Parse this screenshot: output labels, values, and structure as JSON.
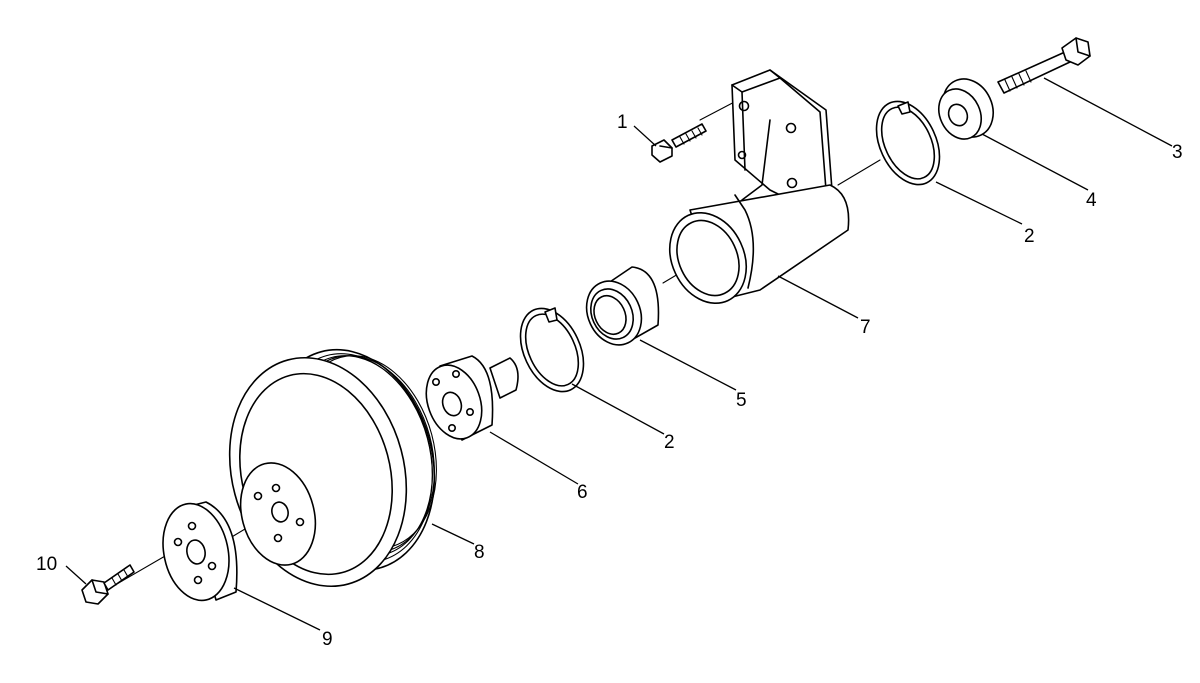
{
  "callouts": [
    {
      "id": "c1",
      "label": "1"
    },
    {
      "id": "c2a",
      "label": "2"
    },
    {
      "id": "c2b",
      "label": "2"
    },
    {
      "id": "c3",
      "label": "3"
    },
    {
      "id": "c4",
      "label": "4"
    },
    {
      "id": "c5",
      "label": "5"
    },
    {
      "id": "c6",
      "label": "6"
    },
    {
      "id": "c7",
      "label": "7"
    },
    {
      "id": "c8",
      "label": "8"
    },
    {
      "id": "c9",
      "label": "9"
    },
    {
      "id": "c10",
      "label": "10"
    }
  ]
}
